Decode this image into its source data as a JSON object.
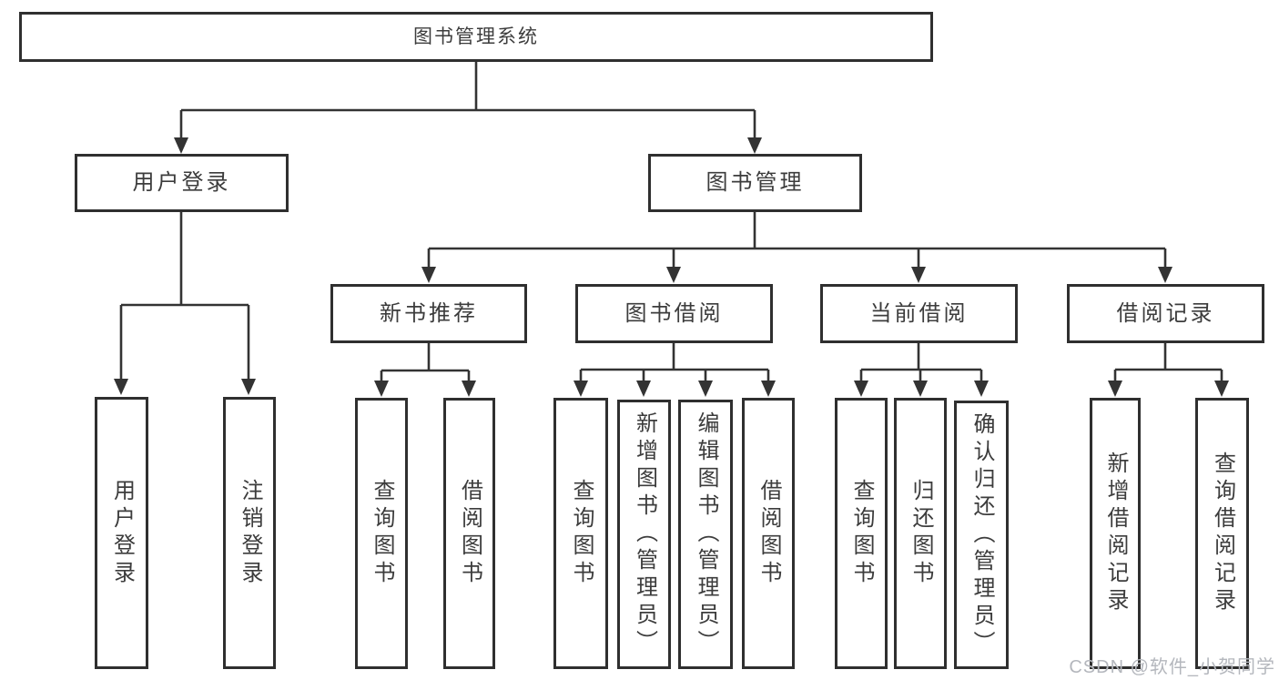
{
  "diagram": {
    "title_node": {
      "label": "图书管理系统"
    },
    "level2": [
      {
        "id": "user-login",
        "label": "用户登录"
      },
      {
        "id": "book-management",
        "label": "图书管理"
      }
    ],
    "level3": [
      {
        "id": "new-book-recommend",
        "parent": "图书管理",
        "label": "新书推荐"
      },
      {
        "id": "book-borrow",
        "parent": "图书管理",
        "label": "图书借阅"
      },
      {
        "id": "current-borrow",
        "parent": "图书管理",
        "label": "当前借阅"
      },
      {
        "id": "borrow-records",
        "parent": "图书管理",
        "label": "借阅记录"
      }
    ],
    "level4": [
      {
        "parent": "用户登录",
        "label": "用户登录"
      },
      {
        "parent": "用户登录",
        "label": "注销登录"
      },
      {
        "parent": "新书推荐",
        "label": "查询图书"
      },
      {
        "parent": "新书推荐",
        "label": "借阅图书"
      },
      {
        "parent": "图书借阅",
        "label": "查询图书"
      },
      {
        "parent": "图书借阅",
        "label": "新增图书（管理员）"
      },
      {
        "parent": "图书借阅",
        "label": "编辑图书（管理员）"
      },
      {
        "parent": "图书借阅",
        "label": "借阅图书"
      },
      {
        "parent": "当前借阅",
        "label": "查询图书"
      },
      {
        "parent": "当前借阅",
        "label": "归还图书"
      },
      {
        "parent": "当前借阅",
        "label": "确认归还（管理员）"
      },
      {
        "parent": "借阅记录",
        "label": "新增借阅记录"
      },
      {
        "parent": "借阅记录",
        "label": "查询借阅记录"
      }
    ]
  },
  "watermark": "CSDN @软件_小贺同学",
  "colors": {
    "background": "#ffffff",
    "line": "#333333",
    "box_border": "#2f2f2f",
    "text": "#3c3c3c",
    "watermark": "#b4b7bd"
  }
}
